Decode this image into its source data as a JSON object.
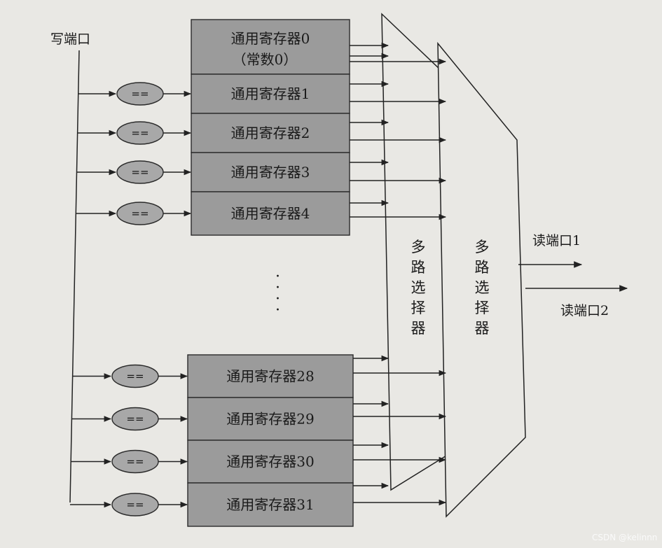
{
  "diagram": {
    "write_port": "写端口",
    "registers": [
      {
        "line1": "通用寄存器0",
        "line2": "（常数0）",
        "eq": false
      },
      {
        "line1": "通用寄存器1",
        "eq": true
      },
      {
        "line1": "通用寄存器2",
        "eq": true
      },
      {
        "line1": "通用寄存器3",
        "eq": true
      },
      {
        "line1": "通用寄存器4",
        "eq": true
      },
      {
        "line1": "通用寄存器28",
        "eq": true
      },
      {
        "line1": "通用寄存器29",
        "eq": true
      },
      {
        "line1": "通用寄存器30",
        "eq": true
      },
      {
        "line1": "通用寄存器31",
        "eq": true
      }
    ],
    "comparator_label": "==",
    "ellipsis": "⋮",
    "mux1_label": "多路选择器",
    "mux2_label": "多路选择器",
    "read_port1": "读端口1",
    "read_port2": "读端口2"
  },
  "watermark": "CSDN @kelinnn",
  "colors": {
    "background": "#e9e8e4",
    "register_fill": "#9b9b9b",
    "comparator_fill": "#a8a8a8",
    "line": "#222222"
  }
}
